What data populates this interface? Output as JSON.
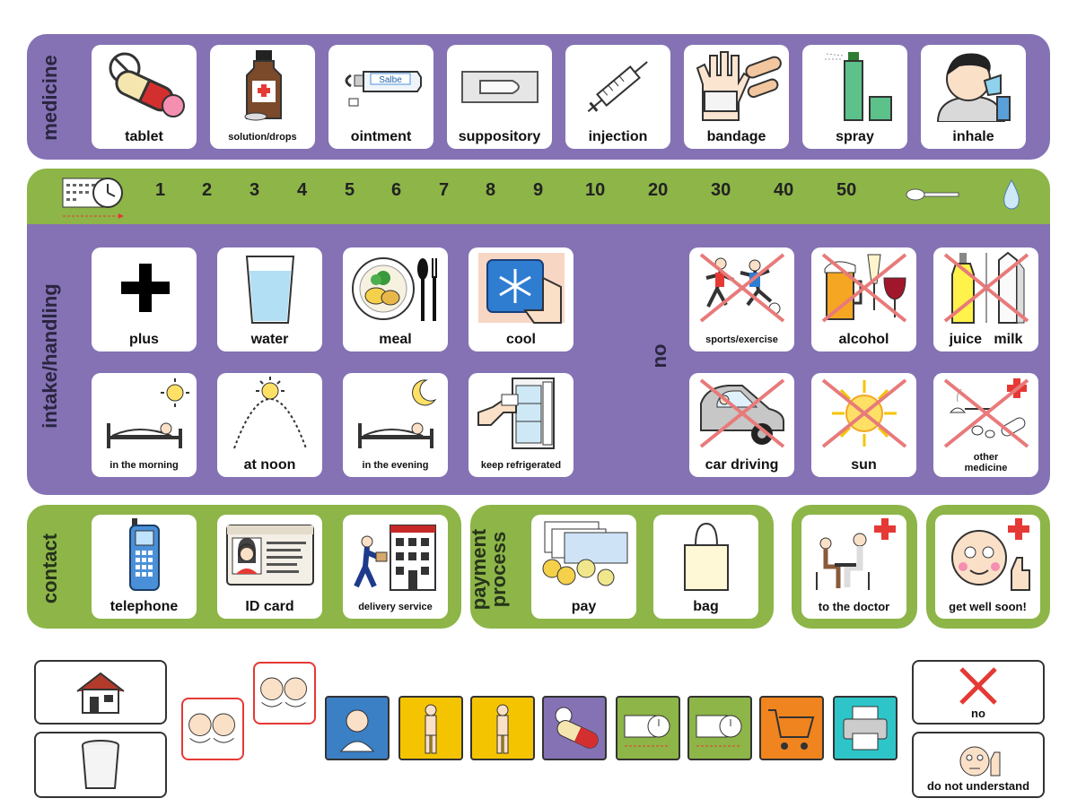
{
  "medicine": {
    "title": "medicine",
    "items": [
      "tablet",
      "solution/drops",
      "ointment",
      "suppository",
      "injection",
      "bandage",
      "spray",
      "inhale"
    ],
    "ointment_tube_text": "Salbe"
  },
  "numbers": [
    "1",
    "2",
    "3",
    "4",
    "5",
    "6",
    "7",
    "8",
    "9",
    "10",
    "20",
    "30",
    "40",
    "50"
  ],
  "intake": {
    "title": "intake/handling",
    "row1": [
      "plus",
      "water",
      "meal",
      "cool"
    ],
    "row2": [
      "in the morning",
      "at noon",
      "in the evening",
      "keep refrigerated"
    ],
    "no_label": "no",
    "no_row1": [
      "sports/exercise",
      "alcohol",
      "juice   milk"
    ],
    "no_row2": [
      "car driving",
      "sun",
      "other medicine"
    ]
  },
  "contact": {
    "title": "contact",
    "items": [
      "telephone",
      "ID card",
      "delivery service"
    ]
  },
  "payment": {
    "title": "payment process",
    "items": [
      "pay",
      "bag"
    ]
  },
  "extras": [
    "to the doctor",
    "get well soon!"
  ],
  "bottom": {
    "no_label": "no",
    "not_understand_label": "do not understand"
  },
  "colors": {
    "purple": "#8472b4",
    "green": "#8db548",
    "tile_blue": "#3b7fc4",
    "tile_yellow": "#f5c400",
    "tile_purple": "#8472b4",
    "tile_green": "#8db548",
    "tile_orange": "#f0841e",
    "tile_cyan": "#2ec5c9",
    "red": "#e53935"
  },
  "icons": {
    "calendar_clock": "calendar-clock-icon",
    "spoon": "spoon-icon",
    "drop": "drop-icon",
    "house": "house-icon",
    "cup": "cup-icon",
    "cross": "no-cross-icon"
  }
}
